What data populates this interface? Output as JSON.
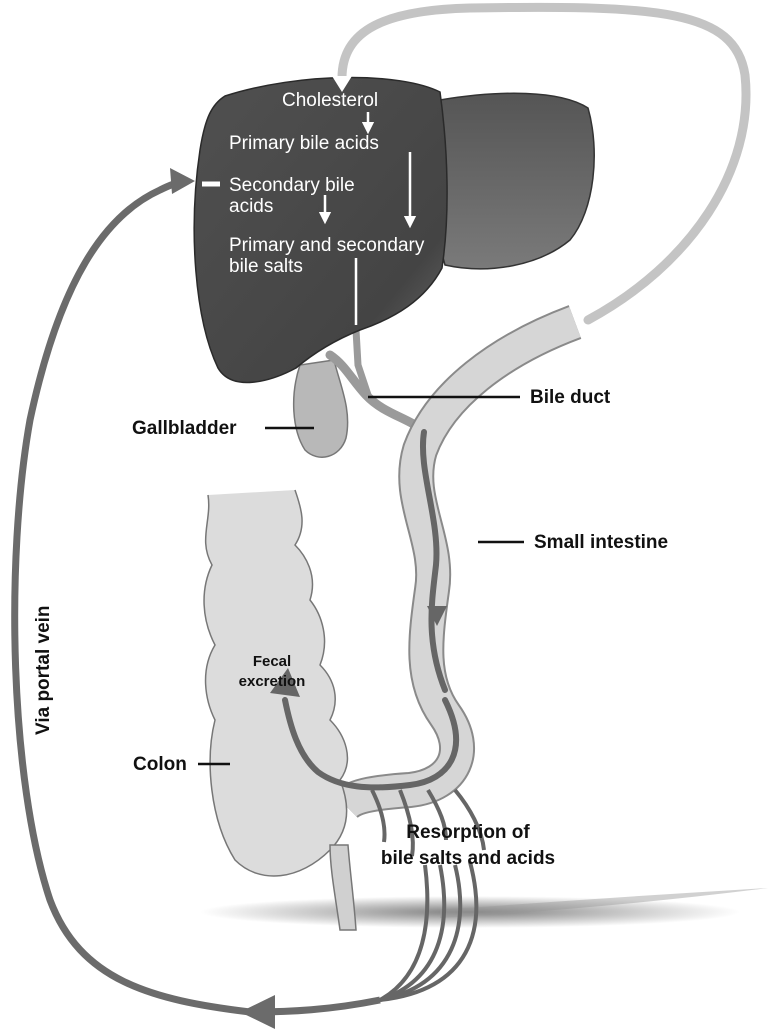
{
  "liver_labels": {
    "cholesterol": "Cholesterol",
    "primary_bile_acids": "Primary bile acids",
    "secondary_bile_acids_line1": "Secondary bile",
    "secondary_bile_acids_line2": "acids",
    "bile_salts_line1": "Primary and secondary",
    "bile_salts_line2": "bile salts"
  },
  "callouts": {
    "bile_duct": "Bile duct",
    "gallbladder": "Gallbladder",
    "small_intestine": "Small intestine",
    "colon": "Colon",
    "fecal_line1": "Fecal",
    "fecal_line2": "excretion",
    "resorption_line1": "Resorption of",
    "resorption_line2": "bile salts and acids",
    "portal_vein": "Via portal vein"
  },
  "colors": {
    "liver": "#4a4a4a",
    "liver_right_lobe": "#5c5c5c",
    "arrow_gray": "#6b6b6b",
    "loop_light": "#c4c4c4",
    "intestine_fill": "#d6d6d6",
    "colon_fill": "#dcdcdc",
    "text_dark": "#111111",
    "text_light": "#ffffff"
  }
}
